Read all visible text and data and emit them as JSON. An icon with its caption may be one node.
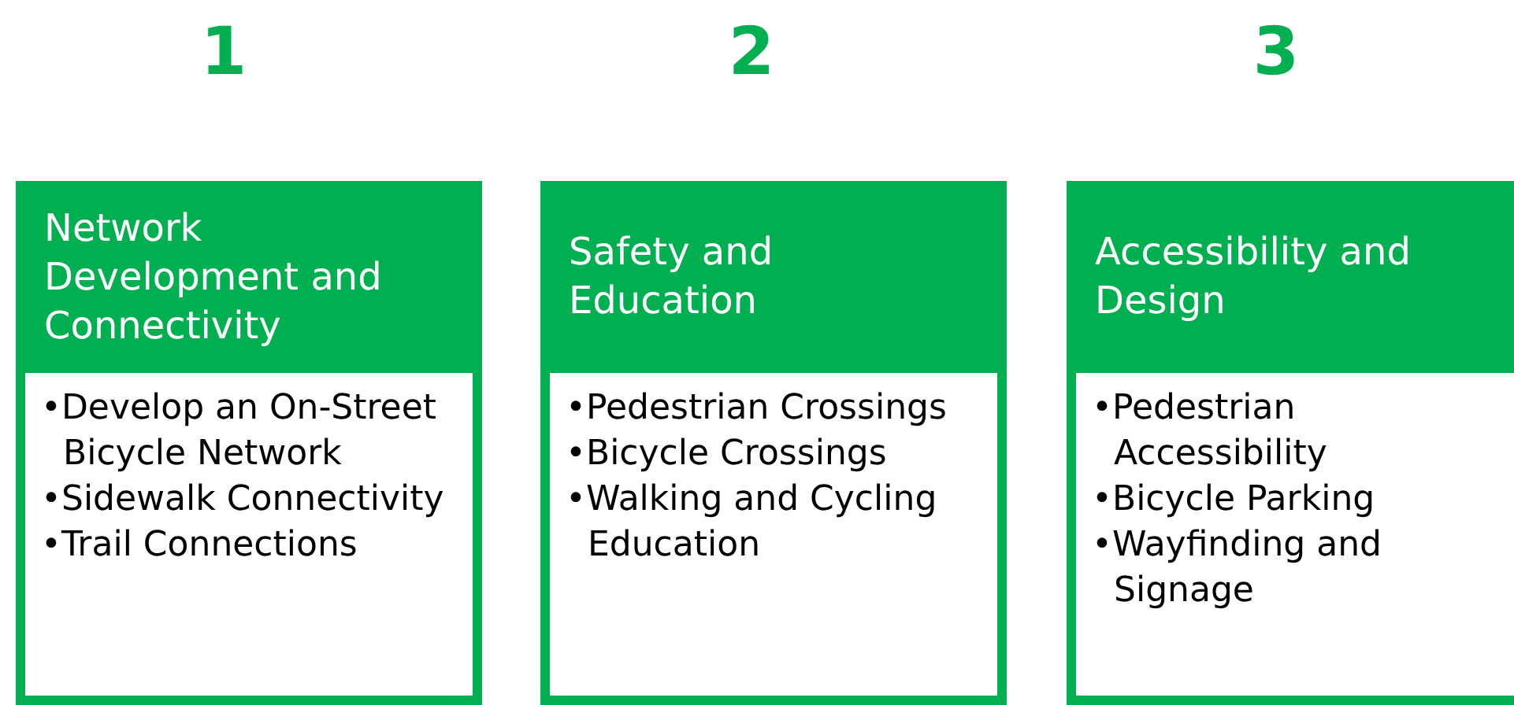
{
  "diagram": {
    "nodes": [
      {
        "text": [
          "Network Development and Connectivity"
        ]
      },
      {
        "text": [
          "•Develop an On-Street Bicycle Network",
          "•Sidewalk Connectivity",
          "•Trail Connections"
        ]
      },
      {
        "text": [
          "Safety and Education"
        ]
      },
      {
        "text": [
          "•Pedestrian Crossings",
          "•Bicycle Crossings",
          "•Walking and Cycling Education"
        ]
      },
      {
        "text": [
          "Accessibility and Design"
        ]
      },
      {
        "text": [
          "•Pedestrian Accessibility",
          "•Bicycle Parking",
          "•Wayfinding and Signage"
        ]
      }
    ],
    "edges": [],
    "labels": [
      "1",
      "2",
      "3"
    ]
  }
}
